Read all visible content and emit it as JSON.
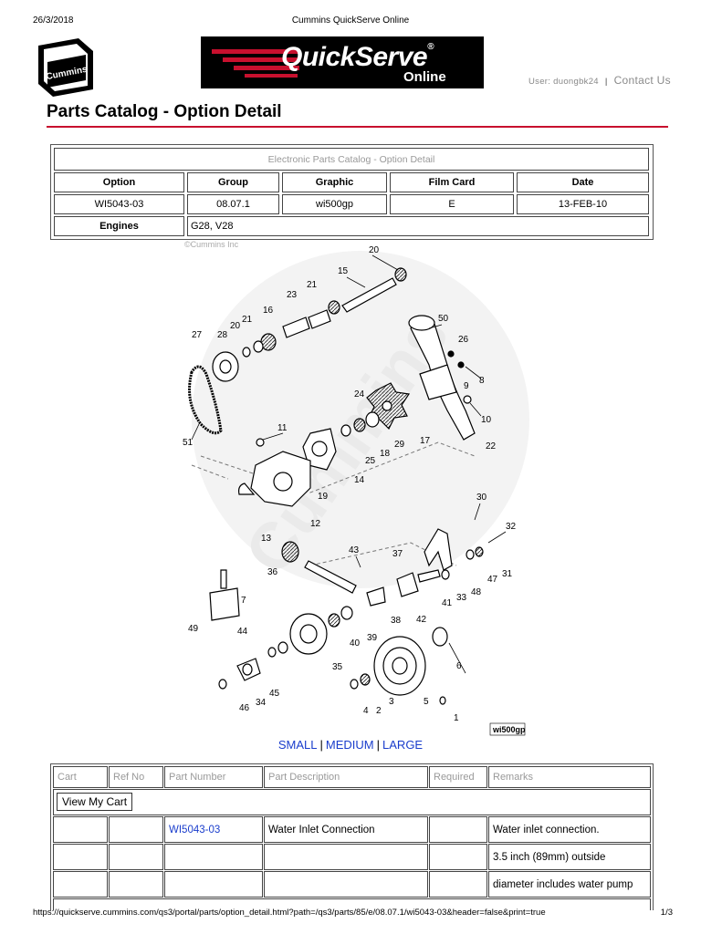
{
  "print_header": {
    "date": "26/3/2018",
    "title": "Cummins QuickServe Online"
  },
  "print_footer": {
    "url": "https://quickserve.cummins.com/qs3/portal/parts/option_detail.html?path=/qs3/parts/85/e/08.07.1/wi5043-03&header=false&print=true",
    "page": "1/3"
  },
  "brand": {
    "cummins_logo_text": "Cummins",
    "banner_main": "QuickServe",
    "banner_reg": "®",
    "banner_sub": "Online",
    "accent_red": "#c8102e"
  },
  "userbar": {
    "user_label": "User:",
    "username": "duongbk24",
    "separator": "|",
    "contact": "Contact Us"
  },
  "page_title": "Parts Catalog - Option Detail",
  "option_table": {
    "caption": "Electronic Parts Catalog - Option Detail",
    "headers": [
      "Option",
      "Group",
      "Graphic",
      "Film Card",
      "Date"
    ],
    "row": [
      "WI5043-03",
      "08.07.1",
      "wi500gp",
      "E",
      "13-FEB-10"
    ],
    "engines_label": "Engines",
    "engines_value": "G28, V28"
  },
  "diagram": {
    "copyright": "©Cummins Inc",
    "graphic_label": "wi500gp",
    "callouts": [
      "20",
      "15",
      "21",
      "23",
      "16",
      "27",
      "28",
      "20",
      "21",
      "50",
      "26",
      "8",
      "9",
      "24",
      "10",
      "17",
      "22",
      "11",
      "29",
      "18",
      "25",
      "14",
      "51",
      "19",
      "12",
      "13",
      "30",
      "43",
      "32",
      "37",
      "36",
      "47",
      "31",
      "48",
      "33",
      "41",
      "7",
      "38",
      "42",
      "49",
      "44",
      "39",
      "40",
      "35",
      "6",
      "45",
      "34",
      "46",
      "3",
      "2",
      "4",
      "5",
      "1"
    ]
  },
  "sizes": {
    "small": "SMALL",
    "medium": "MEDIUM",
    "large": "LARGE",
    "sep": "|"
  },
  "parts_table": {
    "headers": [
      "Cart",
      "Ref No",
      "Part Number",
      "Part Description",
      "Required",
      "Remarks"
    ],
    "view_cart": "View My Cart",
    "rows": [
      {
        "cart": "",
        "ref": "",
        "part_number": "WI5043-03",
        "description": "Water Inlet Connection",
        "required": "",
        "remarks": "Water inlet connection."
      },
      {
        "cart": "",
        "ref": "",
        "part_number": "",
        "description": "",
        "required": "",
        "remarks": "3.5 inch (89mm) outside"
      },
      {
        "cart": "",
        "ref": "",
        "part_number": "",
        "description": "",
        "required": "",
        "remarks": "diameter includes water pump"
      }
    ]
  }
}
